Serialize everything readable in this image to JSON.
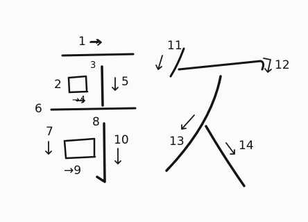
{
  "diagram": {
    "ink_color": "#141414",
    "paper_color": "#fbfbfa",
    "stroke_order_labels": [
      {
        "id": "n1",
        "text": "1 →"
      },
      {
        "id": "n2",
        "text": "2"
      },
      {
        "id": "n3",
        "text": "3"
      },
      {
        "id": "n4",
        "text": "→4"
      },
      {
        "id": "n5",
        "text": "5"
      },
      {
        "id": "n6",
        "text": "6"
      },
      {
        "id": "n7",
        "text": "7"
      },
      {
        "id": "n8",
        "text": "8"
      },
      {
        "id": "n9",
        "text": "→9"
      },
      {
        "id": "n10",
        "text": "10"
      },
      {
        "id": "n11",
        "text": "11"
      },
      {
        "id": "n12",
        "text": "12"
      },
      {
        "id": "n13",
        "text": "13"
      },
      {
        "id": "n14",
        "text": "14"
      }
    ]
  }
}
